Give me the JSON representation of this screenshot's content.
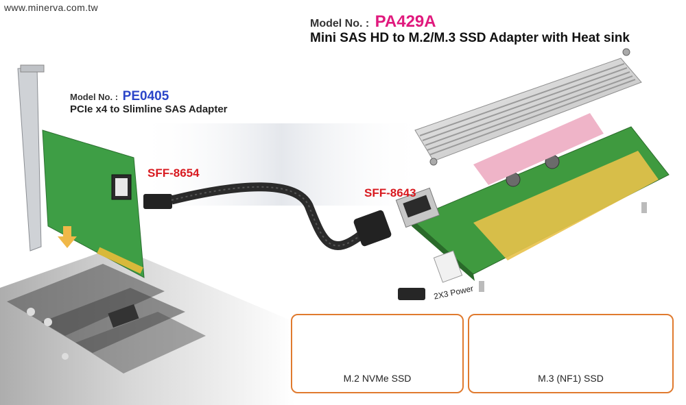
{
  "site": "www.minerva.com.tw",
  "product_a": {
    "model_label": "Model No. :",
    "model_no": "PA429A",
    "title": "Mini SAS HD to M.2/M.3 SSD Adapter with Heat sink"
  },
  "product_b": {
    "model_label": "Model No. :",
    "model_no": "PE0405",
    "title": "PCIe x4 to Slimline SAS Adapter"
  },
  "connectors": {
    "left": "SFF-8654",
    "right": "SFF-8643",
    "power": "2X3 Power"
  },
  "ssd_cards": [
    {
      "caption": "M.2 NVMe SSD"
    },
    {
      "caption": "M.3 (NF1) SSD"
    }
  ],
  "colors": {
    "model_a": "#e0197d",
    "model_b": "#2b45c8",
    "connector_label": "#d8191f",
    "box_border": "#e07a2e",
    "pcb": "#3e9e45"
  }
}
